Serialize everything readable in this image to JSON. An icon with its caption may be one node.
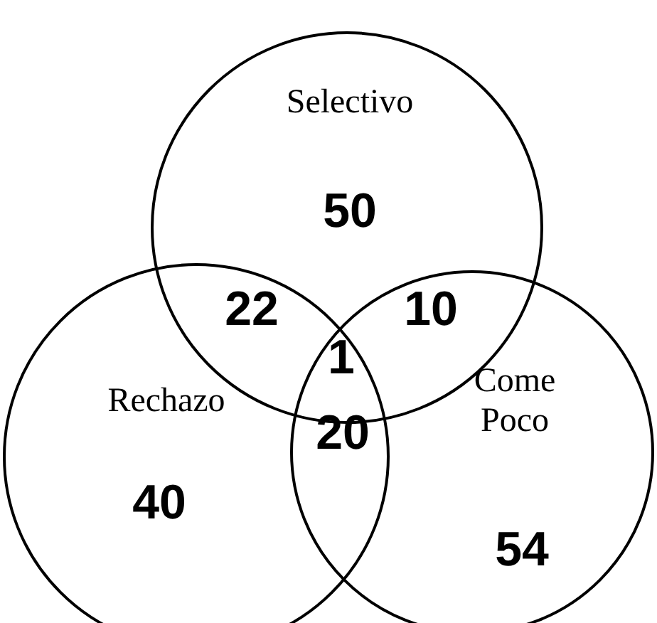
{
  "diagram": {
    "nodes": [
      {
        "text": [
          "Selectivo",
          "50"
        ]
      },
      {
        "text": [
          "Rechazo",
          "40"
        ]
      },
      {
        "text": [
          "Come Poco",
          "54"
        ]
      }
    ],
    "labels": [
      "22",
      "10",
      "1",
      "20"
    ]
  }
}
